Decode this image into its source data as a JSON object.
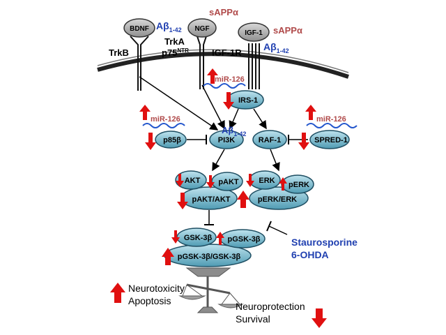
{
  "receptors": {
    "bdnf": "BDNF",
    "ngf": "NGF",
    "igf1": "IGF-1",
    "trkb": "TrkB",
    "trka": "TrkA",
    "p75": "p75",
    "p75_sup": "NTR",
    "igf1r": "IGF-1R"
  },
  "modulators": {
    "sapp_top": "sAPPα",
    "sapp_right": "sAPPα",
    "abeta_base": "Aβ",
    "abeta_sub": "1-42",
    "mir126_a": "miR-126",
    "mir126_b": "miR-126",
    "mir126_c": "miR-126"
  },
  "nodes": {
    "irs1": "IRS-1",
    "p85b": "p85β",
    "pi3k": "PI3K",
    "raf1": "RAF-1",
    "spred1": "SPRED-1",
    "akt": "AKT",
    "pakt": "pAKT",
    "pakt_akt": "pAKT/AKT",
    "erk": "ERK",
    "perk": "pERK",
    "perk_erk": "pERK/ERK",
    "gsk3b": "GSK-3β",
    "pgsk3b": "pGSK-3β",
    "pgsk_ratio": "pGSK-3β/GSK-3β"
  },
  "inhibitors": {
    "staurosporine": "Staurosporine",
    "ohda": "6-OHDA"
  },
  "outcomes": {
    "neurotoxicity": "Neurotoxicity",
    "apoptosis": "Apoptosis",
    "neuroprotection": "Neuroprotection",
    "survival": "Survival"
  },
  "colors": {
    "node_fill": "#6fb3c9",
    "node_stroke": "#1f4f63",
    "ligand_fill": "#a9a9a9",
    "up_red": "#e01010",
    "mir_red": "#b04a4a",
    "abeta_blue": "#1f3fb0",
    "inhib_blue": "#1f3fb0",
    "wave_blue": "#2255cc"
  }
}
